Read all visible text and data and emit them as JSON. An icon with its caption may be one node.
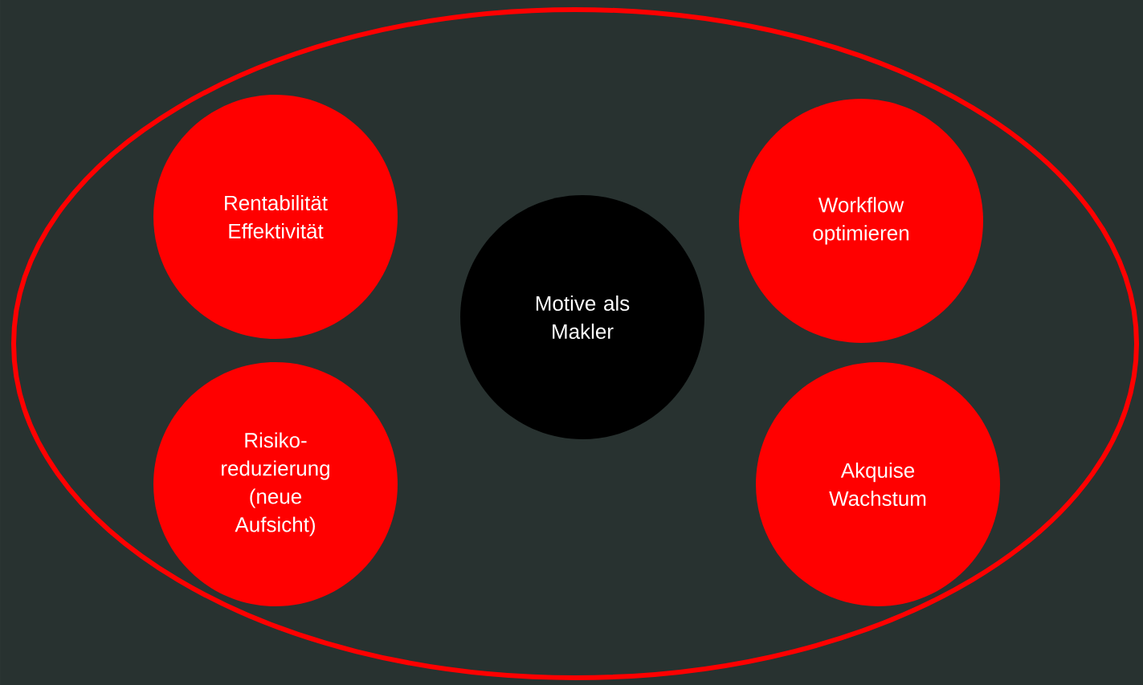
{
  "diagram": {
    "nodes": [
      {
        "text": [
          "Rentabilität Effektivität"
        ]
      },
      {
        "text": [
          "Workflow optimieren"
        ]
      },
      {
        "text": [
          "Motive als Makler"
        ]
      },
      {
        "text": [
          "Risiko-reduzierung (neue Aufsicht)"
        ]
      },
      {
        "text": [
          "Akquise Wachstum"
        ]
      }
    ]
  }
}
